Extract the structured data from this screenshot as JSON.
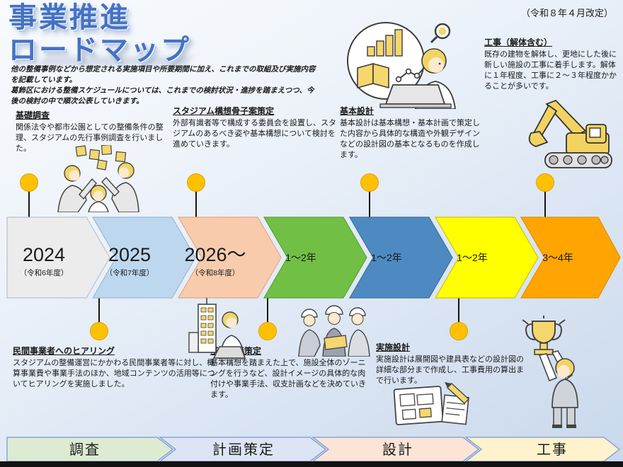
{
  "revision": "（令和８年４月改定）",
  "title": {
    "line1": "事業推進",
    "line2": "ロードマップ"
  },
  "intro": {
    "line1": "他の整備事例などから想定される実施項目や所要期間に加え、これまでの取組及び実施内容を記載しています。",
    "line2": "葛飾区における整備スケジュールについては、これまでの検討状況・進捗を踏まえつつ、今後の検討の中で順次公表していきます。"
  },
  "notes_top": [
    {
      "heading": "基礎調査",
      "body": "関係法令や都市公園としての整備条件の整理、スタジアムの先行事例調査を行いました。"
    },
    {
      "heading": "スタジアム構想骨子案策定",
      "body": "外部有識者等で構成する委員会を設置し、スタジアムのあるべき姿や基本構想について検討を進めていきます。"
    },
    {
      "heading": "基本設計",
      "body": "基本設計は基本構想・基本計画で策定した内容から具体的な構造や外観デザインなどの設計図の基本となるものを作成します。"
    },
    {
      "heading": "工事（解体含む）",
      "body": "既存の建物を解体し、更地にした後に新しい施設の工事に着手します。解体に１年程度、工事に２～３年程度かかることが多いです。"
    }
  ],
  "notes_bottom": [
    {
      "heading": "民間事業者へのヒアリング",
      "body": "スタジアムの整備運営にかかわる民間事業者等に対し、概算事業費や事業手法のほか、地域コンテンツの活用等についてヒアリングを実施しました。"
    },
    {
      "heading": "基本計画策定",
      "body": "基本構想を踏まえた上で、施設全体のゾーニングを行うなど、設計イメージの具体的な肉付けや事業手法、収支計画などを決めていきます。"
    },
    {
      "heading": "実施設計",
      "body": "実施設計は展開図や建具表などの設計図の詳細な部分まで作成し、工事費用の算出まで行います。"
    }
  ],
  "timeline": [
    {
      "label": "2024",
      "sub": "（令和6年度）",
      "color": "#ececec"
    },
    {
      "label": "2025",
      "sub": "（令和7年度）",
      "color": "#bdd7ee"
    },
    {
      "label": "2026～",
      "sub": "（令和8年度）",
      "color": "#f8cbad"
    },
    {
      "label": "1～2年",
      "sub": "",
      "color": "#71bf45"
    },
    {
      "label": "1～2年",
      "sub": "",
      "color": "#4e8ac2"
    },
    {
      "label": "1～2年",
      "sub": "",
      "color": "#ffff00"
    },
    {
      "label": "3～4年",
      "sub": "",
      "color": "#ffa400"
    }
  ],
  "stages": [
    {
      "label": "調査",
      "color": "#dcebd2"
    },
    {
      "label": "計画策定",
      "color": "#dde4f4"
    },
    {
      "label": "設計",
      "color": "#fce4d6"
    },
    {
      "label": "工事",
      "color": "#fff2cc"
    }
  ],
  "colors": {
    "milestone": "#ffc000",
    "title_blue": "#4472c4",
    "footer_bar": "#121212"
  },
  "illustrations": {
    "top_center": "research-person-with-charts-and-magnifier",
    "top_right": "excavator",
    "mid_left": "people-brainstorming-sticky-notes",
    "bottom_left": "building-and-person-with-laptop",
    "bottom_center": "three-construction-workers",
    "bottom_right_lower": "blueprint-drawings",
    "bottom_far_right": "person-holding-trophy"
  }
}
